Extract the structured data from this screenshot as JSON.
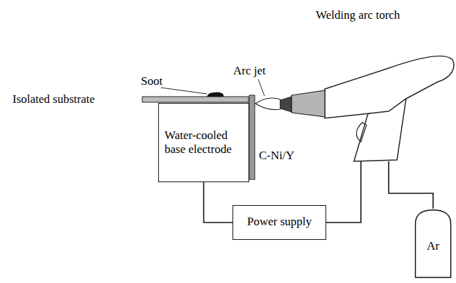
{
  "diagram": {
    "nodes": [
      {
        "text": [
          "Welding arc torch"
        ]
      },
      {
        "text": [
          "Water-cooled base electrode"
        ]
      },
      {
        "text": [
          "Power supply"
        ]
      },
      {
        "text": [
          "Ar"
        ]
      }
    ],
    "edges": [
      {
        "from": 1,
        "to": 2,
        "arrow": "none"
      },
      {
        "from": 2,
        "to": 0,
        "arrow": "none"
      },
      {
        "from": 0,
        "to": 3,
        "arrow": "none"
      }
    ],
    "labels": [
      "Arc jet",
      "Soot",
      "Isolated substrate",
      "C-Ni/Y"
    ]
  }
}
